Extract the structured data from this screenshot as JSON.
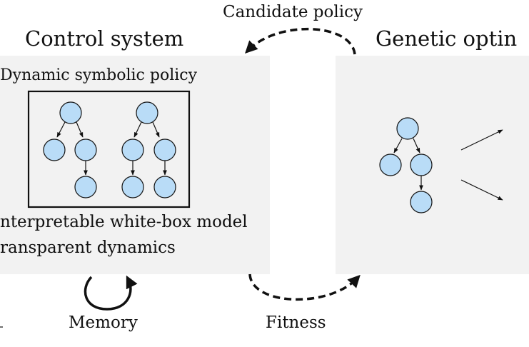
{
  "control_system": {
    "title": "Control system",
    "policy_label": "Dynamic symbolic policy",
    "model_line_1": "nterpretable white-box model",
    "model_line_2": "ransparent dynamics",
    "memory_label": "Memory"
  },
  "genetic": {
    "title": "Genetic optin"
  },
  "arrows": {
    "candidate_label": "Candidate policy",
    "fitness_label": "Fitness"
  },
  "colors": {
    "node_fill": "#b9dcf7",
    "panel_bg": "#f2f2f2"
  }
}
